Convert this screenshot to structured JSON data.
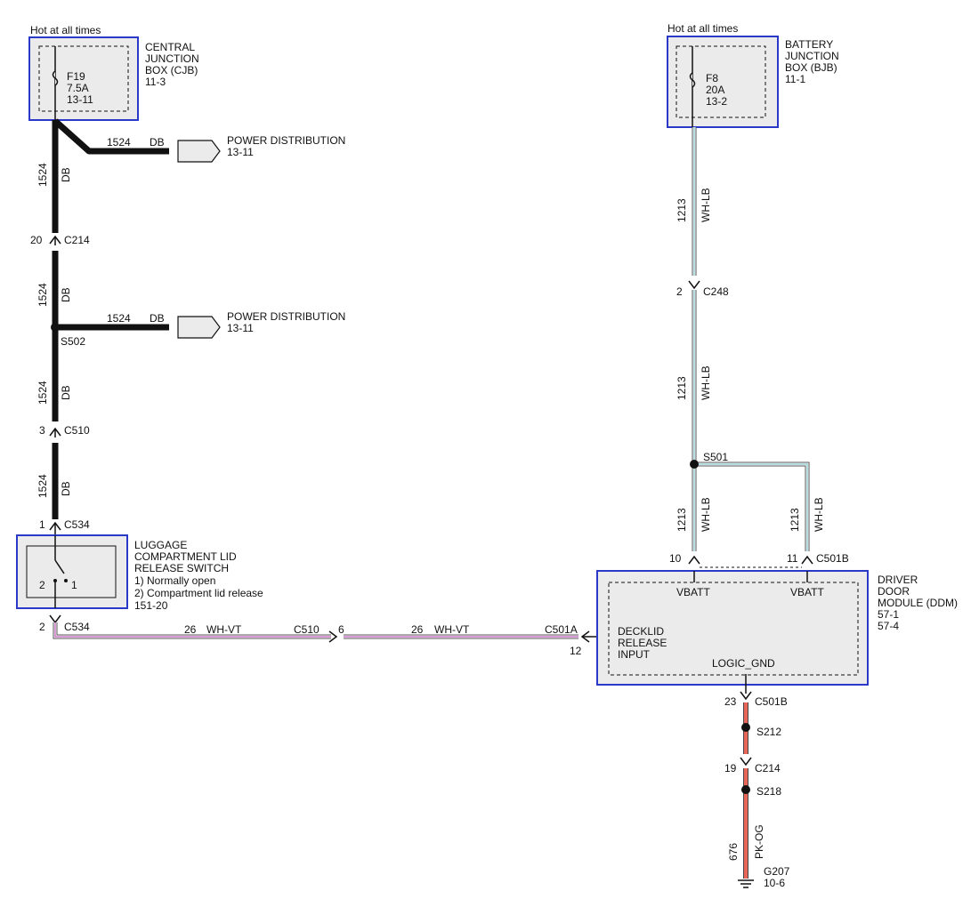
{
  "colors": {
    "black_wire": "#111111",
    "wh_lb_stripe": "#9fd3d8",
    "wh_vt_stripe": "#c55fbf",
    "pk_og_wire": "#e8655a",
    "box_border": "#2a39c9",
    "box_fill": "#ebebeb"
  },
  "cjb": {
    "hot": "Hot at all times",
    "lines": [
      "CENTRAL",
      "JUNCTION",
      "BOX (CJB)",
      "11-3"
    ],
    "fuse": [
      "F19",
      "7.5A",
      "13-11"
    ]
  },
  "bjb": {
    "hot": "Hot at all times",
    "lines": [
      "BATTERY",
      "JUNCTION",
      "BOX (BJB)",
      "11-1"
    ],
    "fuse": [
      "F8",
      "20A",
      "13-2"
    ]
  },
  "power_dist": {
    "label": "POWER DISTRIBUTION",
    "ref": "13-11",
    "circuit": "1524",
    "color": "DB"
  },
  "left_circuit": {
    "number": "1524",
    "color": "DB"
  },
  "left_connectors": [
    {
      "pin": "20",
      "name": "C214"
    },
    {
      "pin": "3",
      "name": "C510"
    },
    {
      "pin": "1",
      "name": "C534"
    }
  ],
  "splice_s502": "S502",
  "luggage_switch": {
    "lines": [
      "LUGGAGE",
      "COMPARTMENT LID",
      "RELEASE SWITCH",
      "1) Normally open",
      "2) Compartment lid release",
      "151-20"
    ],
    "pin_left": "2",
    "pin_right": "1"
  },
  "bottom_wire": {
    "start_pin": "2",
    "start_conn": "C534",
    "circuit": "26",
    "color": "WH-VT",
    "mid_conn": "C510",
    "mid_pin": "6",
    "end_conn": "C501A",
    "end_pin": "12"
  },
  "right_circuit": {
    "number": "1213",
    "color": "WH-LB"
  },
  "c248": {
    "pin": "2",
    "name": "C248"
  },
  "splice_s501": "S501",
  "ddm": {
    "pin_left": "10",
    "pin_right": "11",
    "conn": "C501B",
    "vbatt": "VBATT",
    "input": [
      "DECKLID",
      "RELEASE",
      "INPUT"
    ],
    "logic": "LOGIC_GND",
    "lines": [
      "DRIVER",
      "DOOR",
      "MODULE (DDM)",
      "57-1",
      "57-4"
    ]
  },
  "ground_path": {
    "conn1_pin": "23",
    "conn1": "C501B",
    "splice1": "S212",
    "conn2_pin": "19",
    "conn2": "C214",
    "splice2": "S218",
    "circuit": "676",
    "color": "PK-OG",
    "ground": "G207",
    "ground_ref": "10-6"
  }
}
